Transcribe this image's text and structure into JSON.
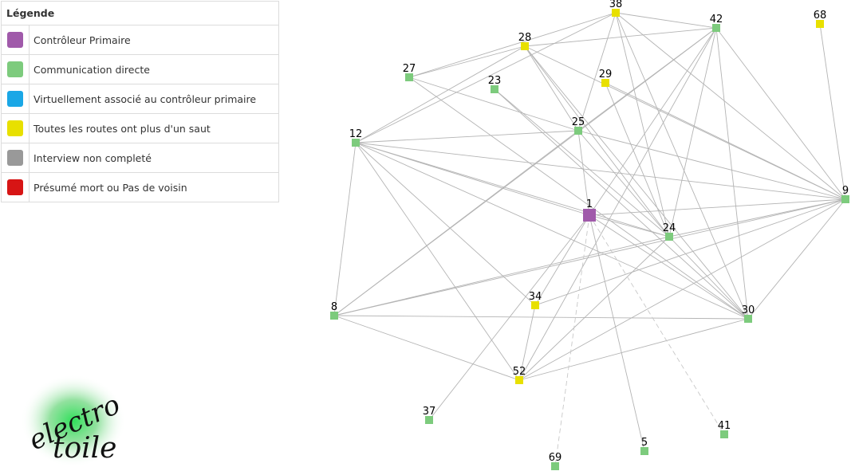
{
  "legend": {
    "title": "Légende",
    "items": [
      {
        "label": "Contrôleur Primaire",
        "color": "#a05aaa",
        "icon": "primary-controller-swatch-icon"
      },
      {
        "label": "Communication directe",
        "color": "#7dcb7d",
        "icon": "direct-communication-swatch-icon"
      },
      {
        "label": "Virtuellement associé au contrôleur primaire",
        "color": "#1aa7e6",
        "icon": "virtual-association-swatch-icon"
      },
      {
        "label": "Toutes les routes ont plus d'un saut",
        "color": "#e8e000",
        "icon": "multi-hop-swatch-icon"
      },
      {
        "label": "Interview non completé",
        "color": "#999999",
        "icon": "interview-incomplete-swatch-icon"
      },
      {
        "label": "Présumé mort ou Pas de voisin",
        "color": "#d71515",
        "icon": "dead-node-swatch-icon"
      }
    ]
  },
  "colors": {
    "primary": "#a05aaa",
    "direct": "#7dcb7d",
    "multi_hop": "#e8e000",
    "edge": "#b4b4b4"
  },
  "graph": {
    "nodes": [
      {
        "id": "1",
        "type": "primary"
      },
      {
        "id": "5",
        "type": "direct"
      },
      {
        "id": "8",
        "type": "direct"
      },
      {
        "id": "9",
        "type": "direct"
      },
      {
        "id": "12",
        "type": "direct"
      },
      {
        "id": "23",
        "type": "direct"
      },
      {
        "id": "24",
        "type": "direct"
      },
      {
        "id": "25",
        "type": "direct"
      },
      {
        "id": "27",
        "type": "direct"
      },
      {
        "id": "28",
        "type": "multi_hop"
      },
      {
        "id": "29",
        "type": "multi_hop"
      },
      {
        "id": "30",
        "type": "direct"
      },
      {
        "id": "34",
        "type": "multi_hop"
      },
      {
        "id": "37",
        "type": "direct"
      },
      {
        "id": "38",
        "type": "multi_hop"
      },
      {
        "id": "41",
        "type": "direct"
      },
      {
        "id": "42",
        "type": "direct"
      },
      {
        "id": "52",
        "type": "multi_hop"
      },
      {
        "id": "68",
        "type": "multi_hop"
      },
      {
        "id": "69",
        "type": "direct"
      }
    ],
    "edges": [
      [
        "1",
        "24"
      ],
      [
        "1",
        "25"
      ],
      [
        "1",
        "34"
      ],
      [
        "1",
        "30"
      ],
      [
        "1",
        "5"
      ],
      [
        "1",
        "42"
      ],
      [
        "1",
        "9"
      ],
      [
        "1",
        "12"
      ],
      [
        "1",
        "37"
      ],
      [
        "12",
        "28"
      ],
      [
        "12",
        "38"
      ],
      [
        "12",
        "25"
      ],
      [
        "12",
        "9"
      ],
      [
        "12",
        "24"
      ],
      [
        "12",
        "30"
      ],
      [
        "12",
        "34"
      ],
      [
        "12",
        "52"
      ],
      [
        "12",
        "8"
      ],
      [
        "8",
        "42"
      ],
      [
        "8",
        "25"
      ],
      [
        "8",
        "9"
      ],
      [
        "8",
        "30"
      ],
      [
        "8",
        "24"
      ],
      [
        "8",
        "52"
      ],
      [
        "27",
        "28"
      ],
      [
        "27",
        "38"
      ],
      [
        "27",
        "25"
      ],
      [
        "27",
        "30"
      ],
      [
        "28",
        "42"
      ],
      [
        "28",
        "24"
      ],
      [
        "28",
        "9"
      ],
      [
        "28",
        "25"
      ],
      [
        "28",
        "30"
      ],
      [
        "23",
        "24"
      ],
      [
        "23",
        "30"
      ],
      [
        "29",
        "9"
      ],
      [
        "29",
        "24"
      ],
      [
        "38",
        "25"
      ],
      [
        "38",
        "24"
      ],
      [
        "38",
        "9"
      ],
      [
        "38",
        "42"
      ],
      [
        "38",
        "30"
      ],
      [
        "42",
        "9"
      ],
      [
        "42",
        "30"
      ],
      [
        "42",
        "52"
      ],
      [
        "42",
        "24"
      ],
      [
        "42",
        "25"
      ],
      [
        "68",
        "9"
      ],
      [
        "25",
        "9"
      ],
      [
        "25",
        "24"
      ],
      [
        "9",
        "34"
      ],
      [
        "9",
        "52"
      ],
      [
        "9",
        "30"
      ],
      [
        "9",
        "24"
      ],
      [
        "24",
        "52"
      ],
      [
        "24",
        "30"
      ],
      [
        "30",
        "52"
      ],
      [
        "52",
        "34"
      ]
    ],
    "dashed_edges": [
      [
        "1",
        "69"
      ],
      [
        "1",
        "41"
      ]
    ]
  },
  "logo": {
    "line1": "electro",
    "line2": "toile"
  }
}
